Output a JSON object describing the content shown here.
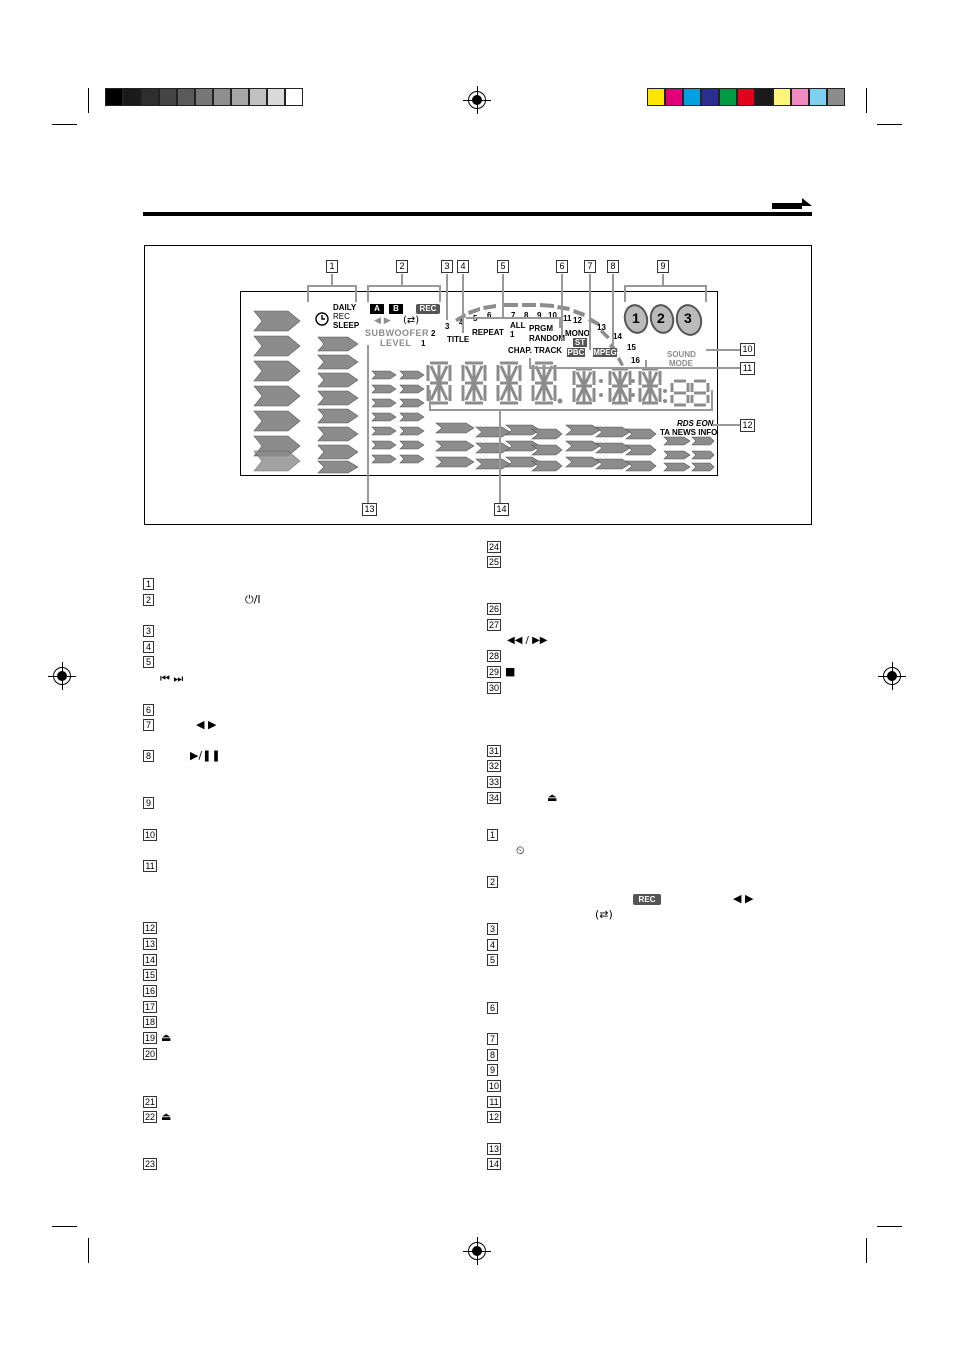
{
  "display_labels": {
    "daily": "DAILY",
    "rec": "REC",
    "sleep": "SLEEP",
    "deck_a": "A",
    "deck_b": "B",
    "rec_badge": "REC",
    "repeat": "REPEAT",
    "title": "TITLE",
    "all": "ALL",
    "one": "1",
    "prgm": "PRGM",
    "random": "RANDOM",
    "mono": "MONO",
    "st": "ST",
    "pbc": "PBC",
    "mpeg": "MPEG",
    "chap_track": "CHAP. TRACK",
    "subwoofer": "SUBWOOFER",
    "level": "LEVEL",
    "sound": "SOUND",
    "mode": "MODE",
    "rds_eon": "RDS EON",
    "ta_news_info": "TA NEWS INFO",
    "disc_1": "1",
    "disc_2": "2",
    "disc_3": "3",
    "track_nums": [
      "7",
      "8",
      "9",
      "10",
      "11",
      "12",
      "13",
      "14",
      "15",
      "16"
    ],
    "level_nums": [
      "1",
      "2",
      "3",
      "4",
      "5",
      "6"
    ]
  },
  "callouts": [
    "1",
    "2",
    "3",
    "4",
    "5",
    "6",
    "7",
    "8",
    "9",
    "10",
    "11",
    "12",
    "13",
    "14"
  ],
  "left_list": [
    "1",
    "2",
    "3",
    "4",
    "5",
    "6",
    "7",
    "8",
    "9",
    "10",
    "11",
    "12",
    "13",
    "14",
    "15",
    "16",
    "17",
    "18",
    "19",
    "20",
    "21",
    "22",
    "23"
  ],
  "right_list_a": [
    "24",
    "25",
    "26",
    "27",
    "28",
    "29",
    "30",
    "31",
    "32",
    "33",
    "34"
  ],
  "right_list_b": [
    "1",
    "2",
    "3",
    "4",
    "5",
    "6",
    "7",
    "8",
    "9",
    "10",
    "11",
    "12",
    "13",
    "14"
  ],
  "inline_symbols": {
    "standby": "⏻/I",
    "skip": "⏮  ⏭",
    "cursor": "◀ ▶",
    "play_pause": "▶/❚❚",
    "eject": "⏏",
    "rew_ff": "◀◀ / ▶▶",
    "stop": "■",
    "timer": "⏲",
    "rec_badge": "REC",
    "reverse": "(⇄)"
  },
  "colors": {
    "bar_cyan": "#00a0e0",
    "bar_magenta": "#e0007a",
    "bar_yellow": "#ffe600",
    "lcd_grey": "#8c8c8c"
  }
}
